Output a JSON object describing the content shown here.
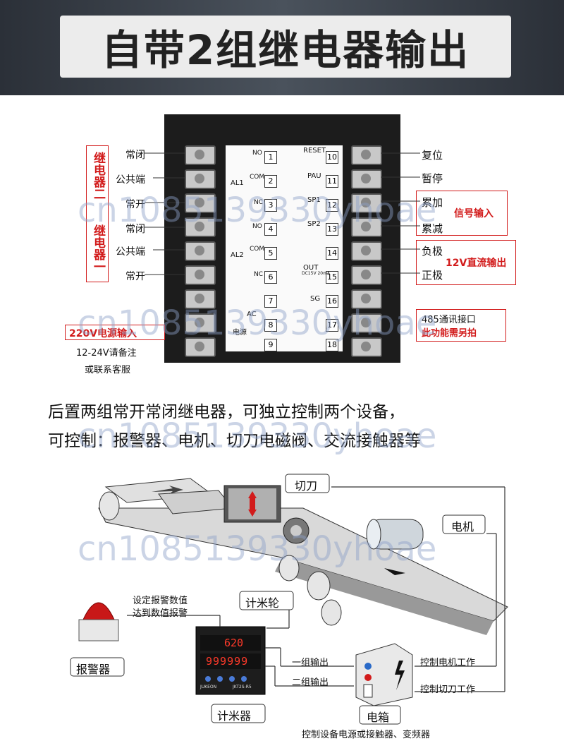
{
  "header": {
    "title": "自带2组继电器输出"
  },
  "watermark": "cn1085139330yhoae",
  "wiring": {
    "relay2_group": "继电器二",
    "relay1_group": "继电器一",
    "left_labels": [
      "常闭",
      "公共端",
      "常开",
      "常闭",
      "公共端",
      "常开"
    ],
    "right_labels": [
      "复位",
      "暂停",
      "累加",
      "累减",
      "负极",
      "正极"
    ],
    "signal_input": "信号输入",
    "dc_output": "12V直流输出",
    "rs485": "485通讯接口",
    "rs485_sub": "此功能需另拍",
    "power_input": "220V电源输入",
    "power_note1": "12-24V请备注",
    "power_note2": "或联系客服",
    "face": {
      "no": "NO",
      "com": "COM",
      "nc": "NC",
      "al1": "AL1",
      "al2": "AL2",
      "reset": "RESET",
      "pau": "PAU",
      "sp1": "SP1",
      "sp2": "SP2",
      "out": "OUT",
      "out_sub": "DC15V 20mA",
      "sg": "SG",
      "ac": "AC",
      "power": "电源",
      "nums_left": [
        "1",
        "2",
        "3",
        "4",
        "5",
        "6",
        "7",
        "8",
        "9"
      ],
      "nums_right": [
        "10",
        "11",
        "12",
        "13",
        "14",
        "15",
        "16",
        "17",
        "18"
      ]
    }
  },
  "description": {
    "line1": "后置两组常开常闭继电器，可独立控制两个设备，",
    "line2": "可控制：报警器、电机、切刀电磁阀、交流接触器等"
  },
  "diagram": {
    "cutter": "切刀",
    "motor": "电机",
    "meter_wheel": "计米轮",
    "alarm": "报警器",
    "set_alarm": "设定报警数值",
    "reach_alarm": "达到数值报警",
    "meter": "计米器",
    "out1": "一组输出",
    "out2": "二组输出",
    "ctrl_motor": "控制电机工作",
    "ctrl_cutter": "控制切刀工作",
    "box": "电箱",
    "box_desc": "控制设备电源或接触器、变频器",
    "display_top": "620",
    "display_bottom": "999999",
    "device_brand": "JUKEON",
    "device_model": "JKT2S-R5"
  }
}
